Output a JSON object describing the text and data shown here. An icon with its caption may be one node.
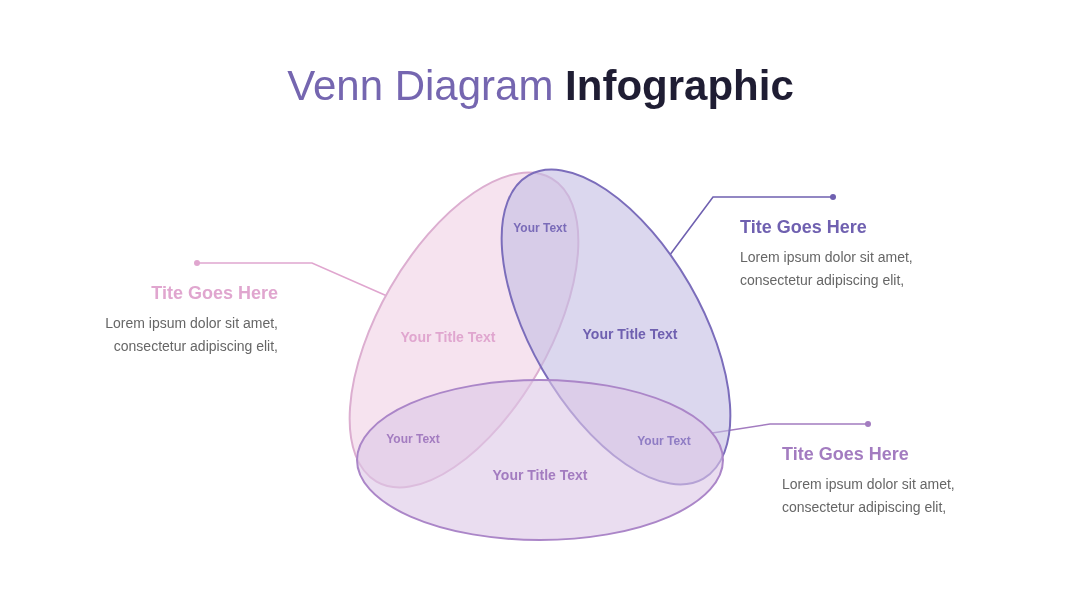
{
  "diagram": {
    "title": "Venn Diagram **Infographic**",
    "nodes": [
      {
        "text": [
          "Your Title Text"
        ]
      },
      {
        "text": [
          "Your Title Text"
        ]
      },
      {
        "text": [
          "Your Title Text"
        ]
      },
      {
        "text": [
          "Tite Goes Here",
          "Lorem ipsum dolor sit amet, consectetur adipiscing elit,"
        ]
      },
      {
        "text": [
          "Tite Goes Here",
          "Lorem ipsum dolor sit amet, consectetur adipiscing elit,"
        ]
      },
      {
        "text": [
          "Tite Goes Here",
          "Lorem ipsum dolor sit amet, consectetur adipiscing elit,"
        ]
      }
    ],
    "edges": [
      {
        "from": 3,
        "to": 0,
        "arrow": "other",
        "color": "#e0a6cf"
      },
      {
        "from": 4,
        "to": 1,
        "arrow": "other",
        "color": "#6f60b0"
      },
      {
        "from": 5,
        "to": 2,
        "arrow": "other",
        "color": "#a37cc0"
      }
    ],
    "labels": [
      "Your Text",
      "Your Text",
      "Your Text"
    ]
  }
}
